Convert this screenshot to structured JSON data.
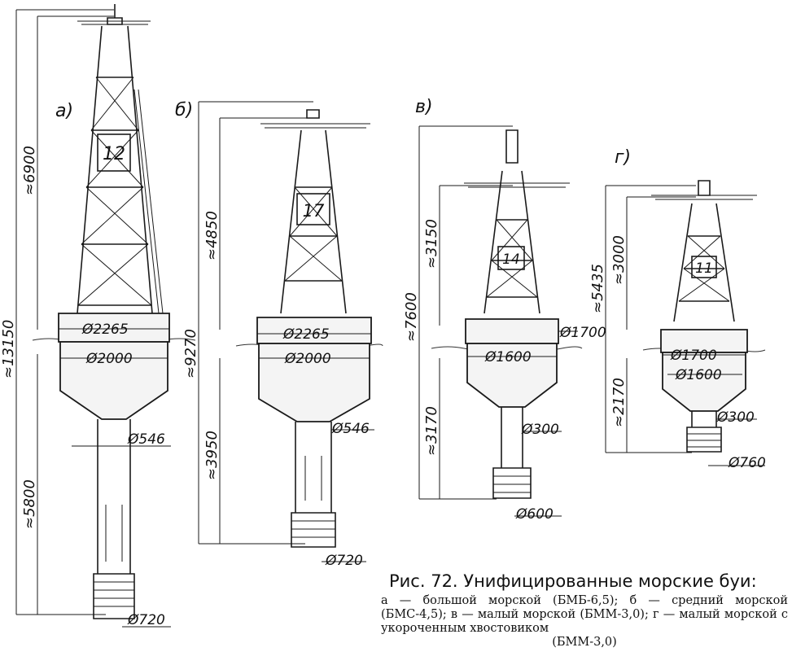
{
  "buoys": [
    {
      "letter": "а)",
      "number": "12",
      "height_total": "≈13150",
      "height_top": "≈6900",
      "height_bottom": "≈5800",
      "d_upper": "Ø2265",
      "d_lower": "Ø2000",
      "d_tube": "Ø546",
      "d_tail": "Ø720"
    },
    {
      "letter": "б)",
      "number": "17",
      "height_total": "≈9270",
      "height_top": "≈4850",
      "height_bottom": "≈3950",
      "d_upper": "Ø2265",
      "d_lower": "Ø2000",
      "d_tube": "Ø546",
      "d_tail": "Ø720"
    },
    {
      "letter": "в)",
      "number": "14",
      "height_total": "≈7600",
      "height_top": "≈3150",
      "height_bottom": "≈3170",
      "d_upper": "Ø1700",
      "d_lower": "Ø1600",
      "d_tube": "Ø300",
      "d_tail": "Ø600"
    },
    {
      "letter": "г)",
      "number": "11",
      "height_total": "≈5435",
      "height_top": "≈3000",
      "height_bottom": "≈2170",
      "d_upper": "Ø1700",
      "d_lower": "Ø1600",
      "d_tube": "Ø300",
      "d_tail": "Ø760"
    }
  ],
  "caption": {
    "title": "Рис. 72. Унифицированные морские буи:",
    "line1": "а — большой морской (БМБ-6,5); б — средний морской (БМС-4,5); в — малый морской (БММ-3,0); г — малый морской с укороченным хвостовиком",
    "line2": "(БММ-3,0)"
  }
}
